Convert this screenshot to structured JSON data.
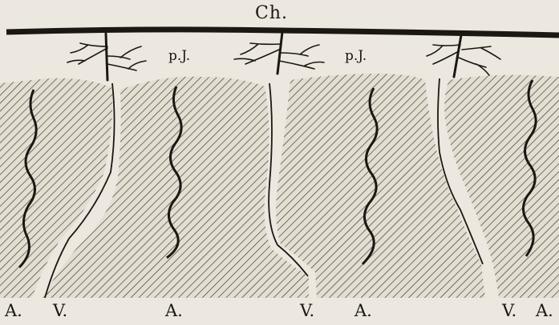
{
  "labels": {
    "top": "Ch.",
    "pj_left": "p.J.",
    "pj_right": "p.J."
  },
  "bottom_labels": [
    "A.",
    "V.",
    "A.",
    "V.",
    "A.",
    "V.",
    "A."
  ],
  "colors": {
    "paper": "#ece8df",
    "ink": "#1b1813",
    "light_gap": "#e7e2d6"
  }
}
